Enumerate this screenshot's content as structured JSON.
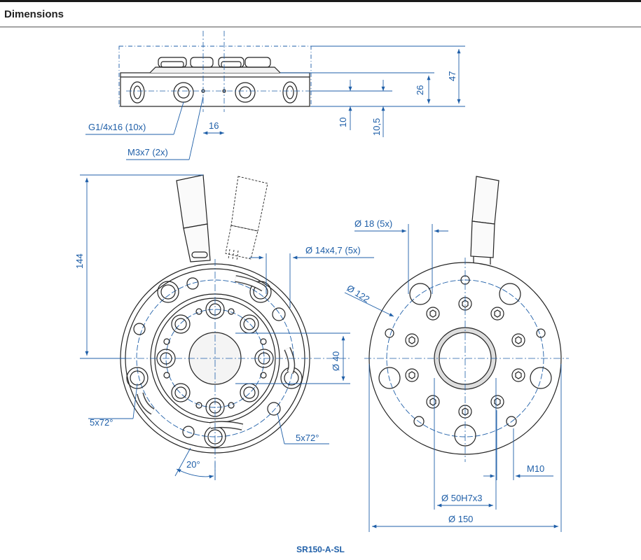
{
  "header": {
    "title": "Dimensions"
  },
  "colors": {
    "line": "#222222",
    "dimension": "#1f5fa8",
    "shade": "#d9d9d9"
  },
  "labels": {
    "g_thread": "G1/4x16 (10x)",
    "m_thread": "M3x7 (2x)",
    "dim_16": "16",
    "dim_10": "10",
    "dim_10_5": "10,5",
    "dim_26": "26",
    "dim_47": "47",
    "dim_144": "144",
    "dim_40": "Ø 40",
    "dim_14": "Ø 14x4,7 (5x)",
    "dim_18": "Ø 18 (5x)",
    "dim_122": "Ø 122",
    "five_x72_left": "5x72°",
    "five_x72_right": "5x72°",
    "angle_20": "20°",
    "m10": "M10",
    "dim_50": "Ø 50H7x3",
    "dim_150": "Ø 150"
  },
  "caption": "SR150-A-SL"
}
